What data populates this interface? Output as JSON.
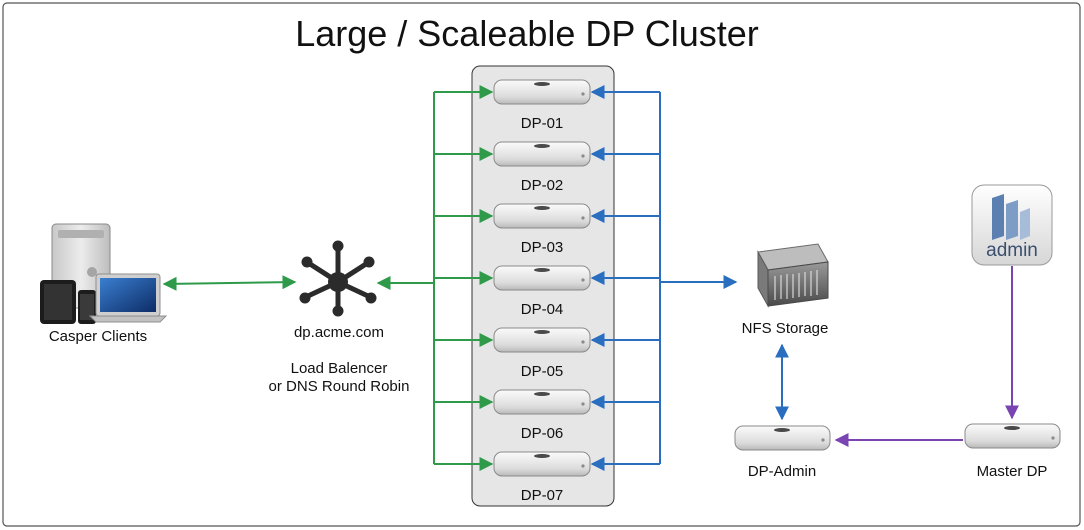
{
  "title": "Large / Scaleable DP Cluster",
  "nodes": {
    "clients": {
      "label": "Casper Clients"
    },
    "balancer": {
      "label": "dp.acme.com",
      "note_line1": "Load Balencer",
      "note_line2": "or DNS Round Robin"
    },
    "dps": [
      "DP-01",
      "DP-02",
      "DP-03",
      "DP-04",
      "DP-05",
      "DP-06",
      "DP-07"
    ],
    "storage": {
      "label": "NFS Storage"
    },
    "dp_admin": {
      "label": "DP-Admin"
    },
    "master_dp": {
      "label": "Master DP"
    },
    "admin_app": {
      "label": "admin"
    }
  },
  "colors": {
    "green": "#2e9a4a",
    "blue": "#2a6fbf",
    "purple": "#7a45b0",
    "panel": "#e6e6e6"
  }
}
